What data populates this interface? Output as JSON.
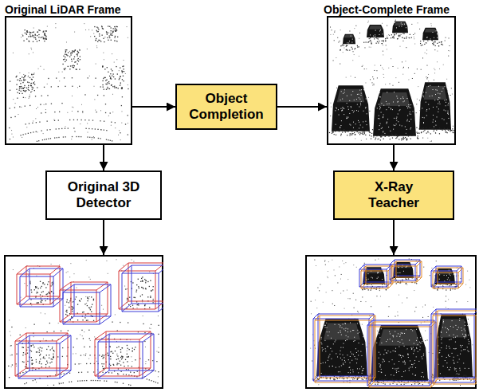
{
  "diagram": {
    "nodes": [
      {
        "text": [
          "Original LiDAR Frame"
        ]
      },
      {
        "text": [
          "Object Completion"
        ]
      },
      {
        "text": [
          "Object-Complete Frame"
        ]
      },
      {
        "text": [
          "Original 3D Detector"
        ]
      },
      {
        "text": [
          "X-Ray Teacher"
        ]
      }
    ],
    "edges": [
      {
        "from": 0,
        "to": 1,
        "arrow": "to"
      },
      {
        "from": 1,
        "to": 2,
        "arrow": "to"
      },
      {
        "from": 0,
        "to": 3,
        "arrow": "to"
      },
      {
        "from": 2,
        "to": 4,
        "arrow": "to"
      }
    ]
  }
}
